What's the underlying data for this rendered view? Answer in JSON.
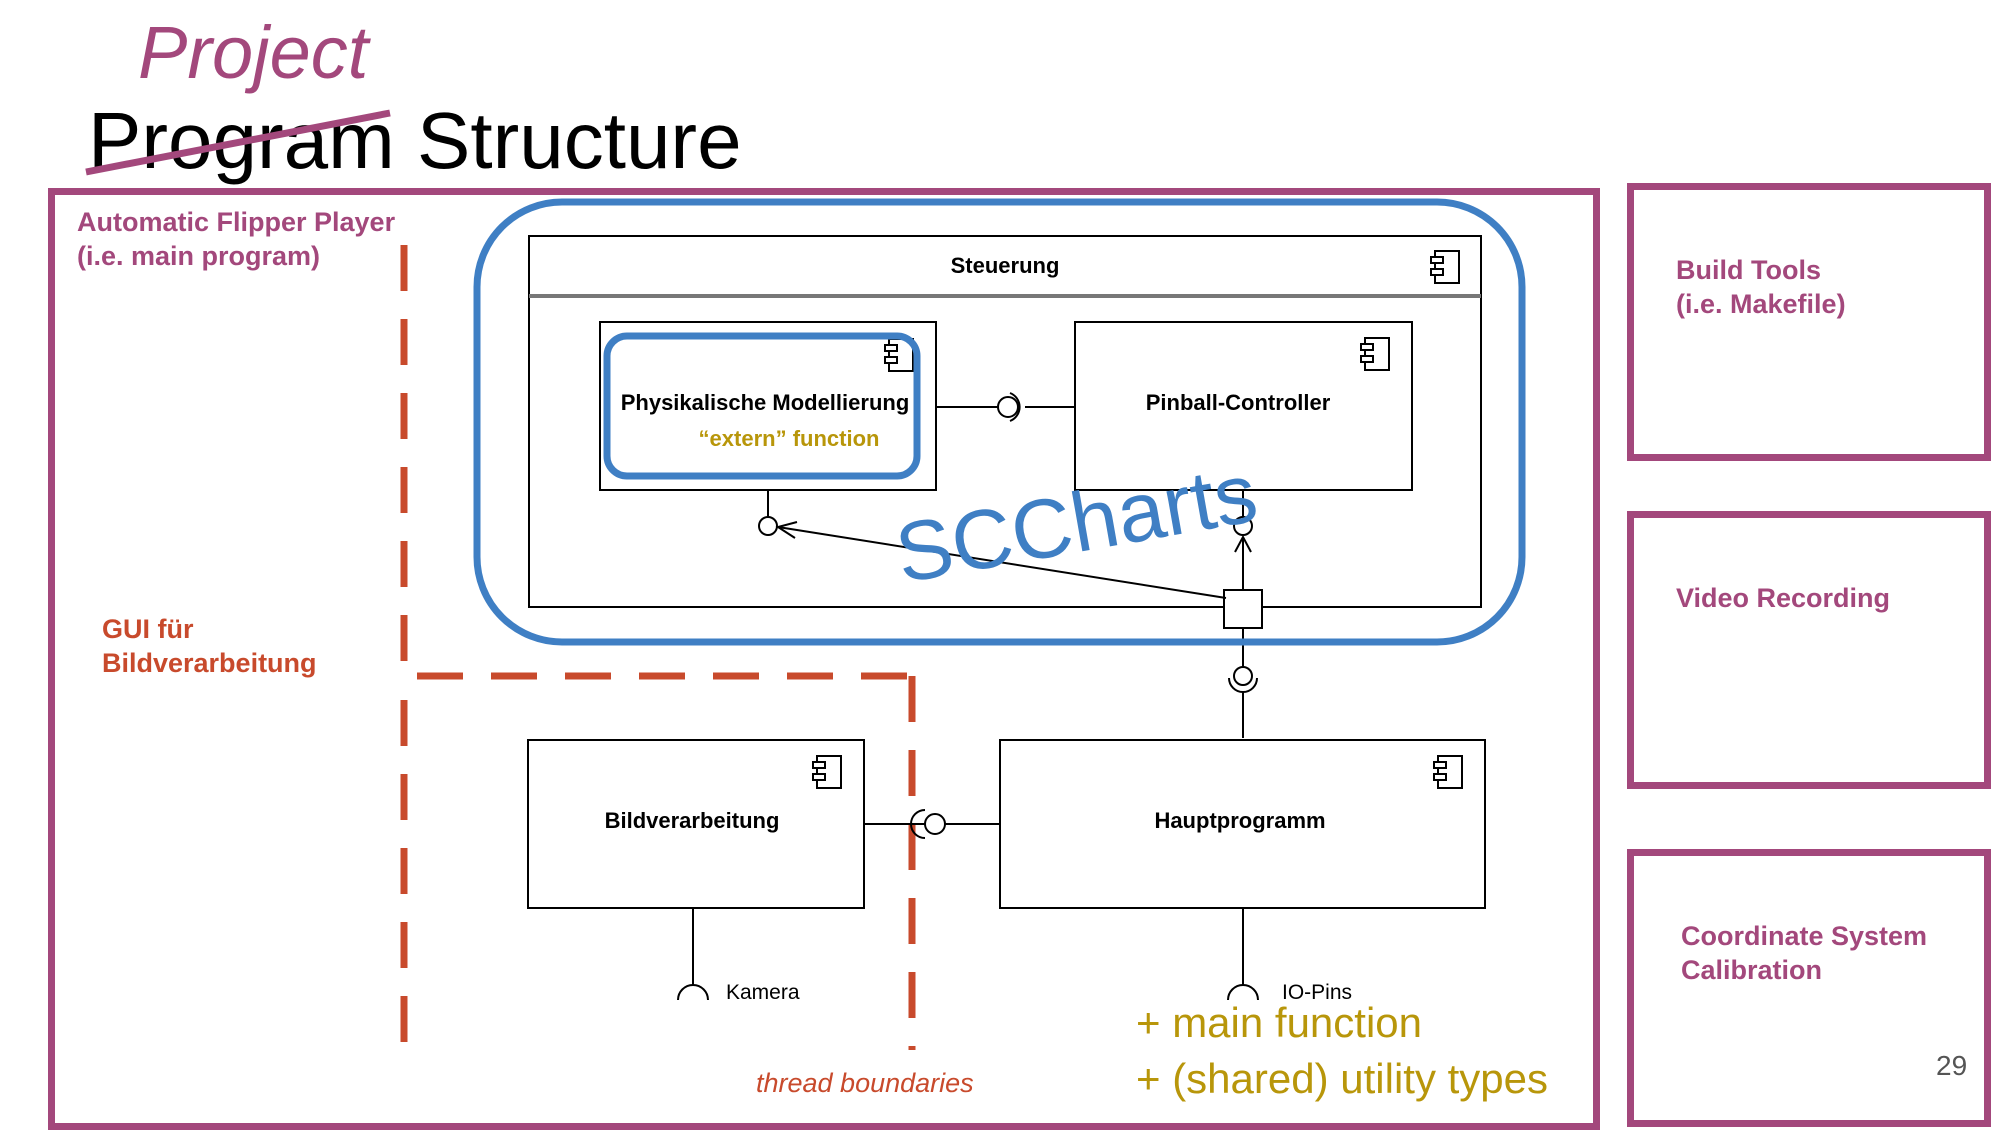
{
  "title": {
    "replacement_word": "Project",
    "struck_word": "Program",
    "rest": " Structure"
  },
  "main_frame": {
    "label_line1": "Automatic Flipper Player",
    "label_line2": "(i.e. main program)"
  },
  "side_panels": [
    {
      "line1": "Build Tools",
      "line2": "(i.e. Makefile)"
    },
    {
      "line1": "Video Recording",
      "line2": ""
    },
    {
      "line1": "Coordinate System",
      "line2": "Calibration"
    }
  ],
  "gui_label": {
    "line1": "GUI für",
    "line2": "Bildverarbeitung"
  },
  "components": {
    "steuerung": "Steuerung",
    "physik": "Physikalische Modellierung",
    "physik_note": "“extern” function",
    "pinball": "Pinball-Controller",
    "bildverarbeitung": "Bildverarbeitung",
    "hauptprogramm": "Hauptprogramm"
  },
  "ports": {
    "kamera": "Kamera",
    "io_pins": "IO-Pins"
  },
  "scchart_label": "SCCharts",
  "thread_label": "thread boundaries",
  "extras": [
    "+ main function",
    "+ (shared) utility types"
  ],
  "page_number": "29",
  "colors": {
    "magenta": "#a3487c",
    "blue": "#3f7fc4",
    "red_dashed": "#c84a2c",
    "gold": "#b8960a"
  }
}
